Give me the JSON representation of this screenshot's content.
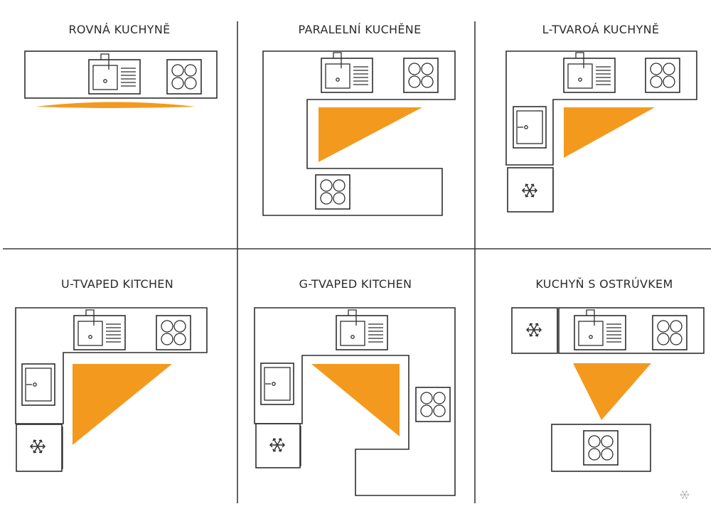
{
  "colors": {
    "accent": "#F39A1E",
    "line": "#2E2E2E",
    "background": "#FFFFFF"
  },
  "panels": [
    {
      "title": "ROVNÁ KUCHYNĚ"
    },
    {
      "title": "PARALELNÍ KUCHĚNE"
    },
    {
      "title": "L-TVAROÁ KUCHYNĚ"
    },
    {
      "title": "U-TVAPED KITCHEN"
    },
    {
      "title": "G-TVAPED KITCHEN"
    },
    {
      "title": "KUCHYŇ S OSTRÚVKEM"
    }
  ],
  "icons": {
    "sink": "sink-icon",
    "cooktop": "cooktop-icon",
    "fridge": "snowflake-icon",
    "work_triangle": "work-triangle"
  }
}
